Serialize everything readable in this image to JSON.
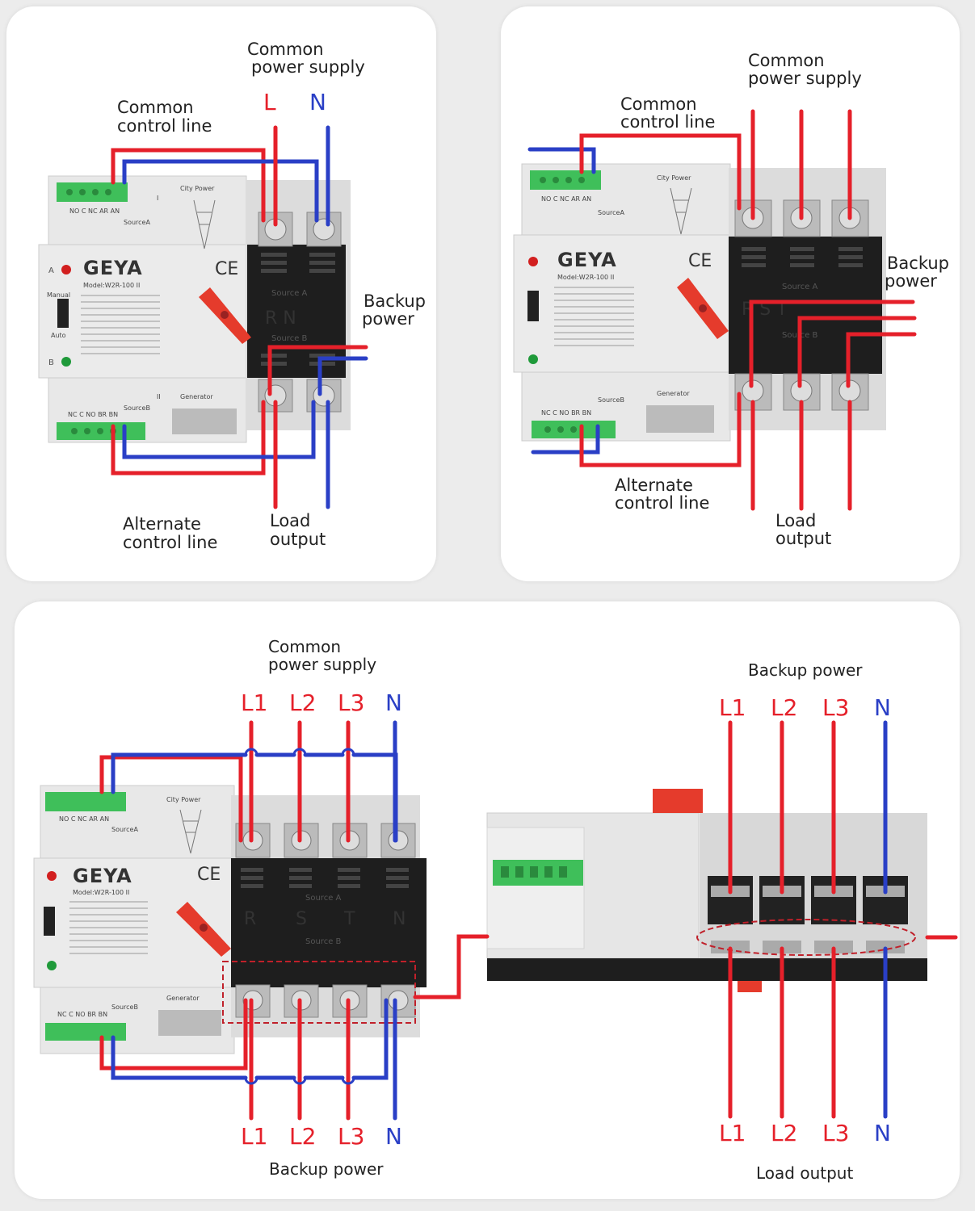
{
  "colors": {
    "live": "#e5202a",
    "neutral": "#2a3fc6",
    "device": "#e4e4e4",
    "terminal_block": "#222222",
    "connector": "#3fbf5a",
    "handle": "#e53b2c"
  },
  "panel1": {
    "common_power_supply": [
      "Common",
      "power supply"
    ],
    "common_control_line": [
      "Common",
      "control line"
    ],
    "backup_power": [
      "Backup",
      "power"
    ],
    "alternate_control_line": [
      "Alternate",
      "control line"
    ],
    "load_output": [
      "Load",
      "output"
    ],
    "phase_L": "L",
    "phase_N": "N",
    "device": {
      "brand": "GEYA",
      "model": "Model:W2R-100 II",
      "source_a_label": "Source A",
      "source_b_label": "Source B",
      "top_terminals": "R      N",
      "city_power": "City Power",
      "generator": "Generator",
      "source_a_small": "SourceA",
      "source_b_small": "SourceB",
      "connector_top": "NO C NC AR AN",
      "connector_bottom": "NC C NO BR BN",
      "mark_a": "A",
      "mark_b": "B",
      "ce": "CE",
      "manual": "Manual",
      "auto": "Auto",
      "I": "I",
      "II": "II"
    }
  },
  "panel2": {
    "common_power_supply": [
      "Common",
      "power supply"
    ],
    "common_control_line": [
      "Common",
      "control line"
    ],
    "backup_power": [
      "Backup",
      "power"
    ],
    "alternate_control_line": [
      "Alternate",
      "control line"
    ],
    "load_output": [
      "Load",
      "output"
    ],
    "terminals": "R     S     T"
  },
  "panel3": {
    "common_power_supply": [
      "Common",
      "power supply"
    ],
    "backup_power_top": "Backup power",
    "backup_power_bottom": "Backup power",
    "load_output": "Load output",
    "phases": [
      "L1",
      "L2",
      "L3",
      "N"
    ],
    "terminals": [
      "R",
      "S",
      "T",
      "N"
    ]
  }
}
